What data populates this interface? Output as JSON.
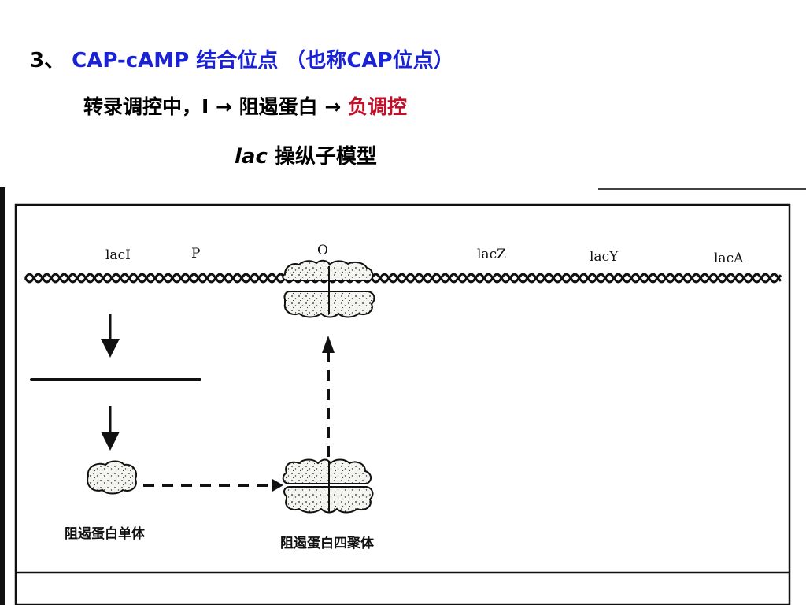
{
  "heading": {
    "number": "3、",
    "title": "CAP-cAMP 结合位点 （也称CAP位点）"
  },
  "line2": {
    "prefix": "转录调控中，I → 阻遏蛋白 → ",
    "highlight": "负调控"
  },
  "line3": {
    "italic": "lac",
    "rest": " 操纵子模型"
  },
  "diagram": {
    "genes": [
      "lacI",
      "P",
      "O",
      "lacZ",
      "lacY",
      "lacA"
    ],
    "monomer_label": "阻遏蛋白单体",
    "tetramer_label": "阻遏蛋白四聚体"
  },
  "colors": {
    "blue": "#1a22d6",
    "red": "#c0102a"
  }
}
